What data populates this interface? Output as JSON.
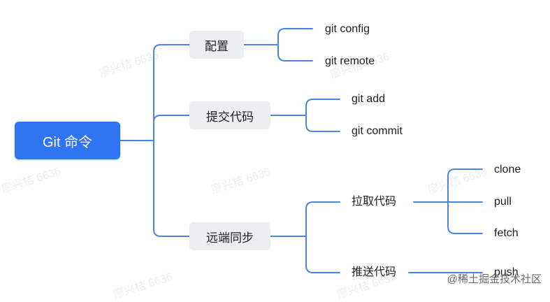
{
  "root": {
    "label": "Git 命令"
  },
  "branches": [
    {
      "label": "配置",
      "children": [
        "git config",
        "git remote"
      ]
    },
    {
      "label": "提交代码",
      "children": [
        "git add",
        "git commit"
      ]
    },
    {
      "label": "远端同步",
      "sub": [
        {
          "label": "拉取代码",
          "children": [
            "clone",
            "pull",
            "fetch"
          ]
        },
        {
          "label": "推送代码",
          "children": [
            "push"
          ]
        }
      ]
    }
  ],
  "watermark": "廖兴桔 6636",
  "credit": "@稀土掘金技术社区",
  "colors": {
    "accent": "#2f74f0",
    "line": "#4a86e8",
    "node_bg": "#eceef1"
  }
}
